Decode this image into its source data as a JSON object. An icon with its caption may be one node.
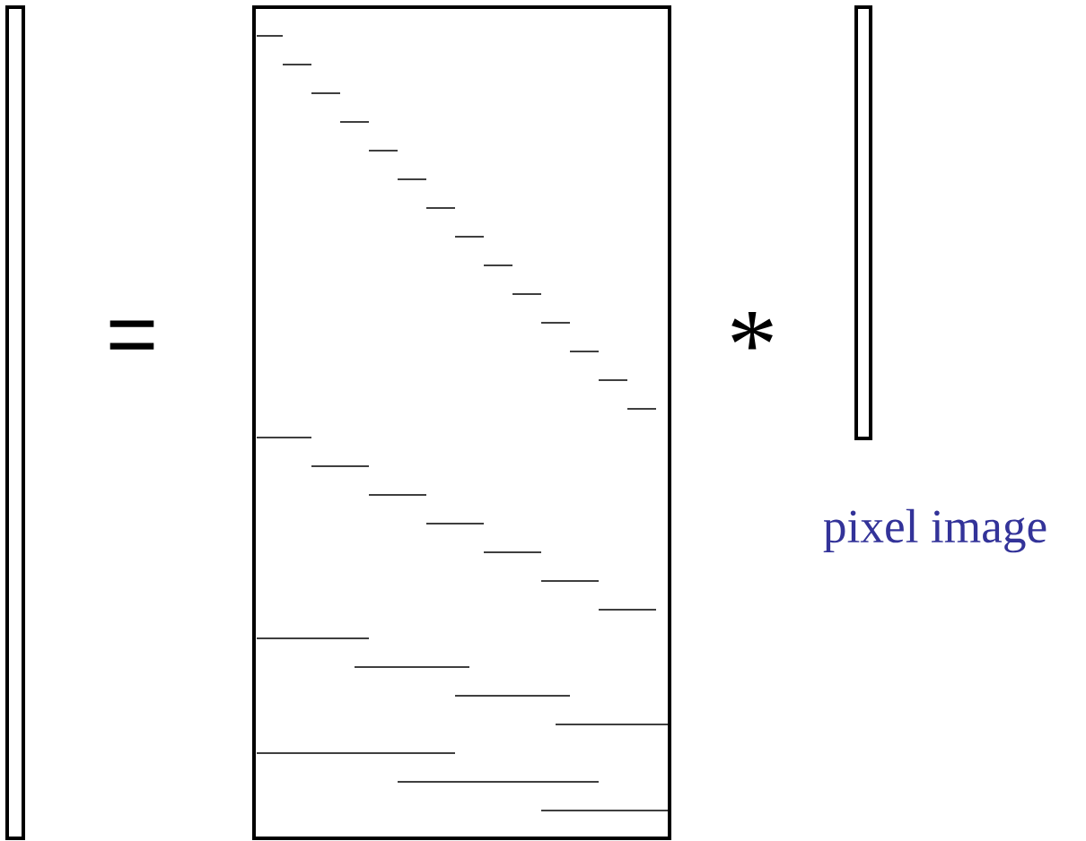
{
  "diagram": {
    "nodes": [
      {
        "text": [],
        "shape": "bar"
      },
      {
        "text": [],
        "shape": "box"
      },
      {
        "text": [],
        "shape": "bar",
        "beside": [
          "pixel image"
        ]
      }
    ],
    "labels": [
      "=",
      "*"
    ]
  }
}
